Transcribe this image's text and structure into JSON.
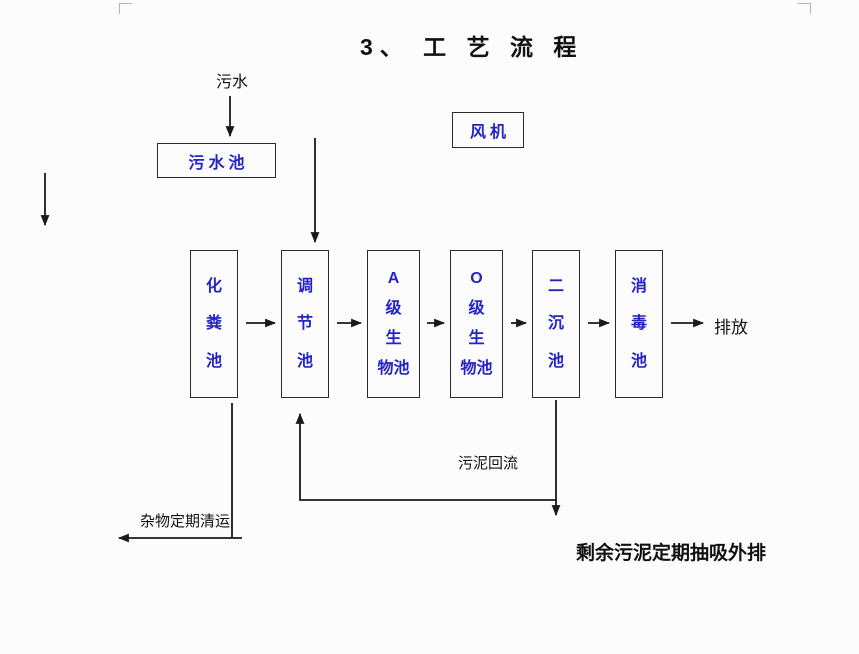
{
  "title": "3、 工 艺 流 程",
  "labels": {
    "wastewater": "污水",
    "discharge": "排放",
    "sludge_return": "污泥回流",
    "debris_removal": "杂物定期清运",
    "excess_sludge": "剩余污泥定期抽吸外排"
  },
  "top_boxes": {
    "sewage_pool": "污水池",
    "fan": "风机"
  },
  "process": {
    "boxes": [
      {
        "name": "septic-tank",
        "lines": [
          "化",
          "粪",
          "池"
        ]
      },
      {
        "name": "regulating-tank",
        "lines": [
          "调",
          "节",
          "池"
        ]
      },
      {
        "name": "a-level-bio-tank",
        "lines": [
          "A",
          "级",
          "生",
          "物池"
        ]
      },
      {
        "name": "o-level-bio-tank",
        "lines": [
          "O",
          "级",
          "生",
          "物池"
        ]
      },
      {
        "name": "secondary-sedimentation-tank",
        "lines": [
          "二",
          "沉",
          "池"
        ]
      },
      {
        "name": "disinfection-tank",
        "lines": [
          "消",
          "毒",
          "池"
        ]
      }
    ]
  },
  "colors": {
    "box_text": "#2323c8",
    "connector": "#1a1a1a"
  }
}
